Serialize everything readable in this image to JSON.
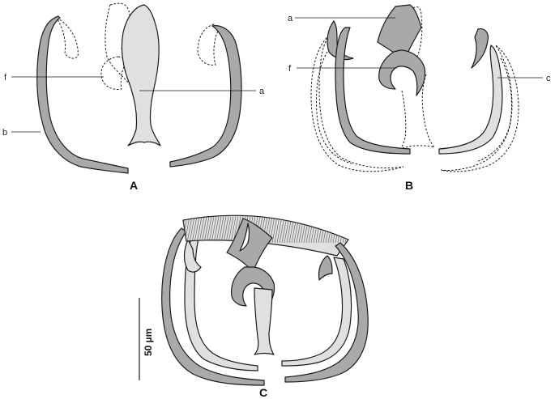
{
  "panels": {
    "A": {
      "label": "A",
      "labels": {
        "f": "f",
        "b": "b",
        "a": "a"
      }
    },
    "B": {
      "label": "B",
      "labels": {
        "a": "a",
        "f": "f",
        "c": "c"
      }
    },
    "C": {
      "label": "C"
    }
  },
  "scale_bar": {
    "text": "50 µm"
  },
  "colors": {
    "dark_fill": "#a9a9a9",
    "light_fill": "#e0e0e0",
    "stroke": "#1a1a1a"
  }
}
